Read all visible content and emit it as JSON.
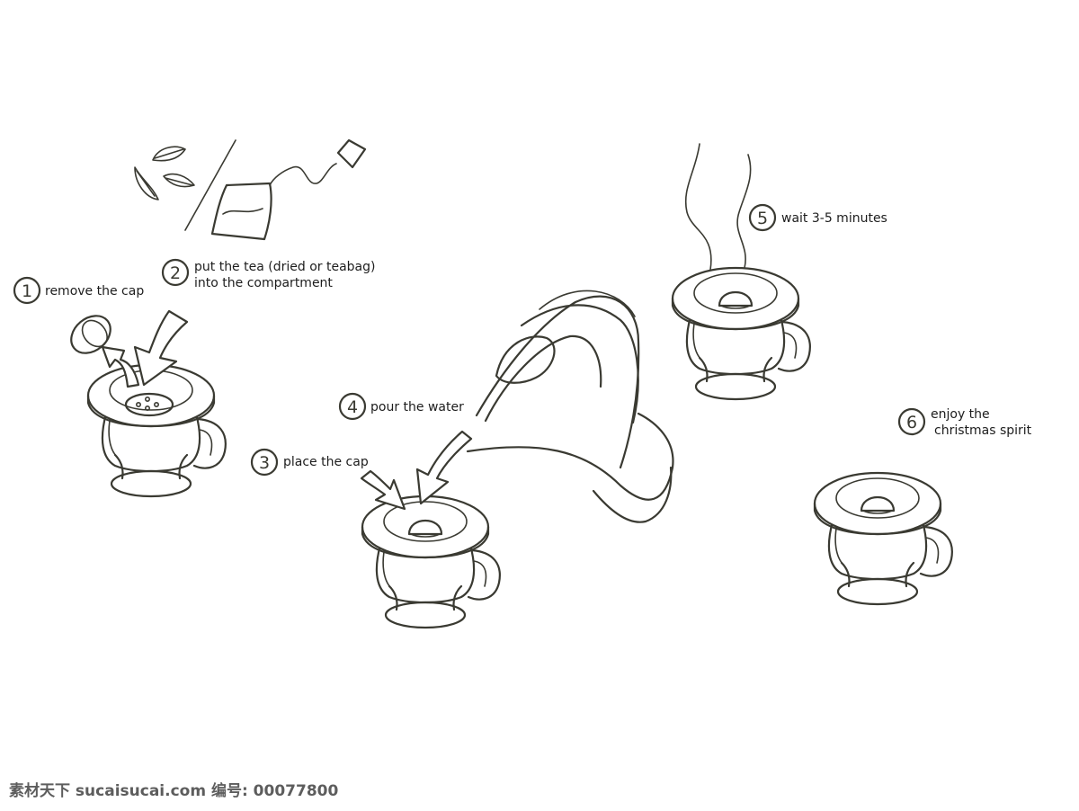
{
  "steps": [
    {
      "number": "1",
      "lines": [
        "remove the cap"
      ]
    },
    {
      "number": "2",
      "lines": [
        "put the tea (dried or teabag)",
        "into the compartment"
      ]
    },
    {
      "number": "3",
      "lines": [
        "place the cap"
      ]
    },
    {
      "number": "4",
      "lines": [
        "pour the water"
      ]
    },
    {
      "number": "5",
      "lines": [
        "wait 3-5 minutes"
      ]
    },
    {
      "number": "6",
      "lines": [
        "enjoy the",
        "christmas spirit"
      ]
    }
  ],
  "watermark": "素材天下 sucaisucai.com  编号: 00077800"
}
